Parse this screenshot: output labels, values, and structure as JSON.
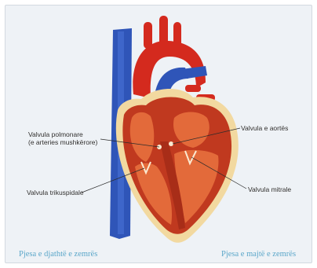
{
  "labels": {
    "pulmonary_valve_line1": "Valvula polmonare",
    "pulmonary_valve_line2": "(e arteries mushkërore)",
    "aortic_valve": "Valvula e aortës",
    "tricuspid_valve": "Valvula trikuspidale",
    "mitral_valve": "Valvula mitrale"
  },
  "captions": {
    "right_side": "Pjesa e djathtë e zemrës",
    "left_side": "Pjesa e majtë e zemrës"
  },
  "colors": {
    "vena_cava": "#2f55b8",
    "aorta": "#d42a1e",
    "muscle": "#c0391f",
    "chamber": "#e36a3a",
    "pericardium": "#f2d9a0",
    "caption": "#5aa6c9"
  }
}
